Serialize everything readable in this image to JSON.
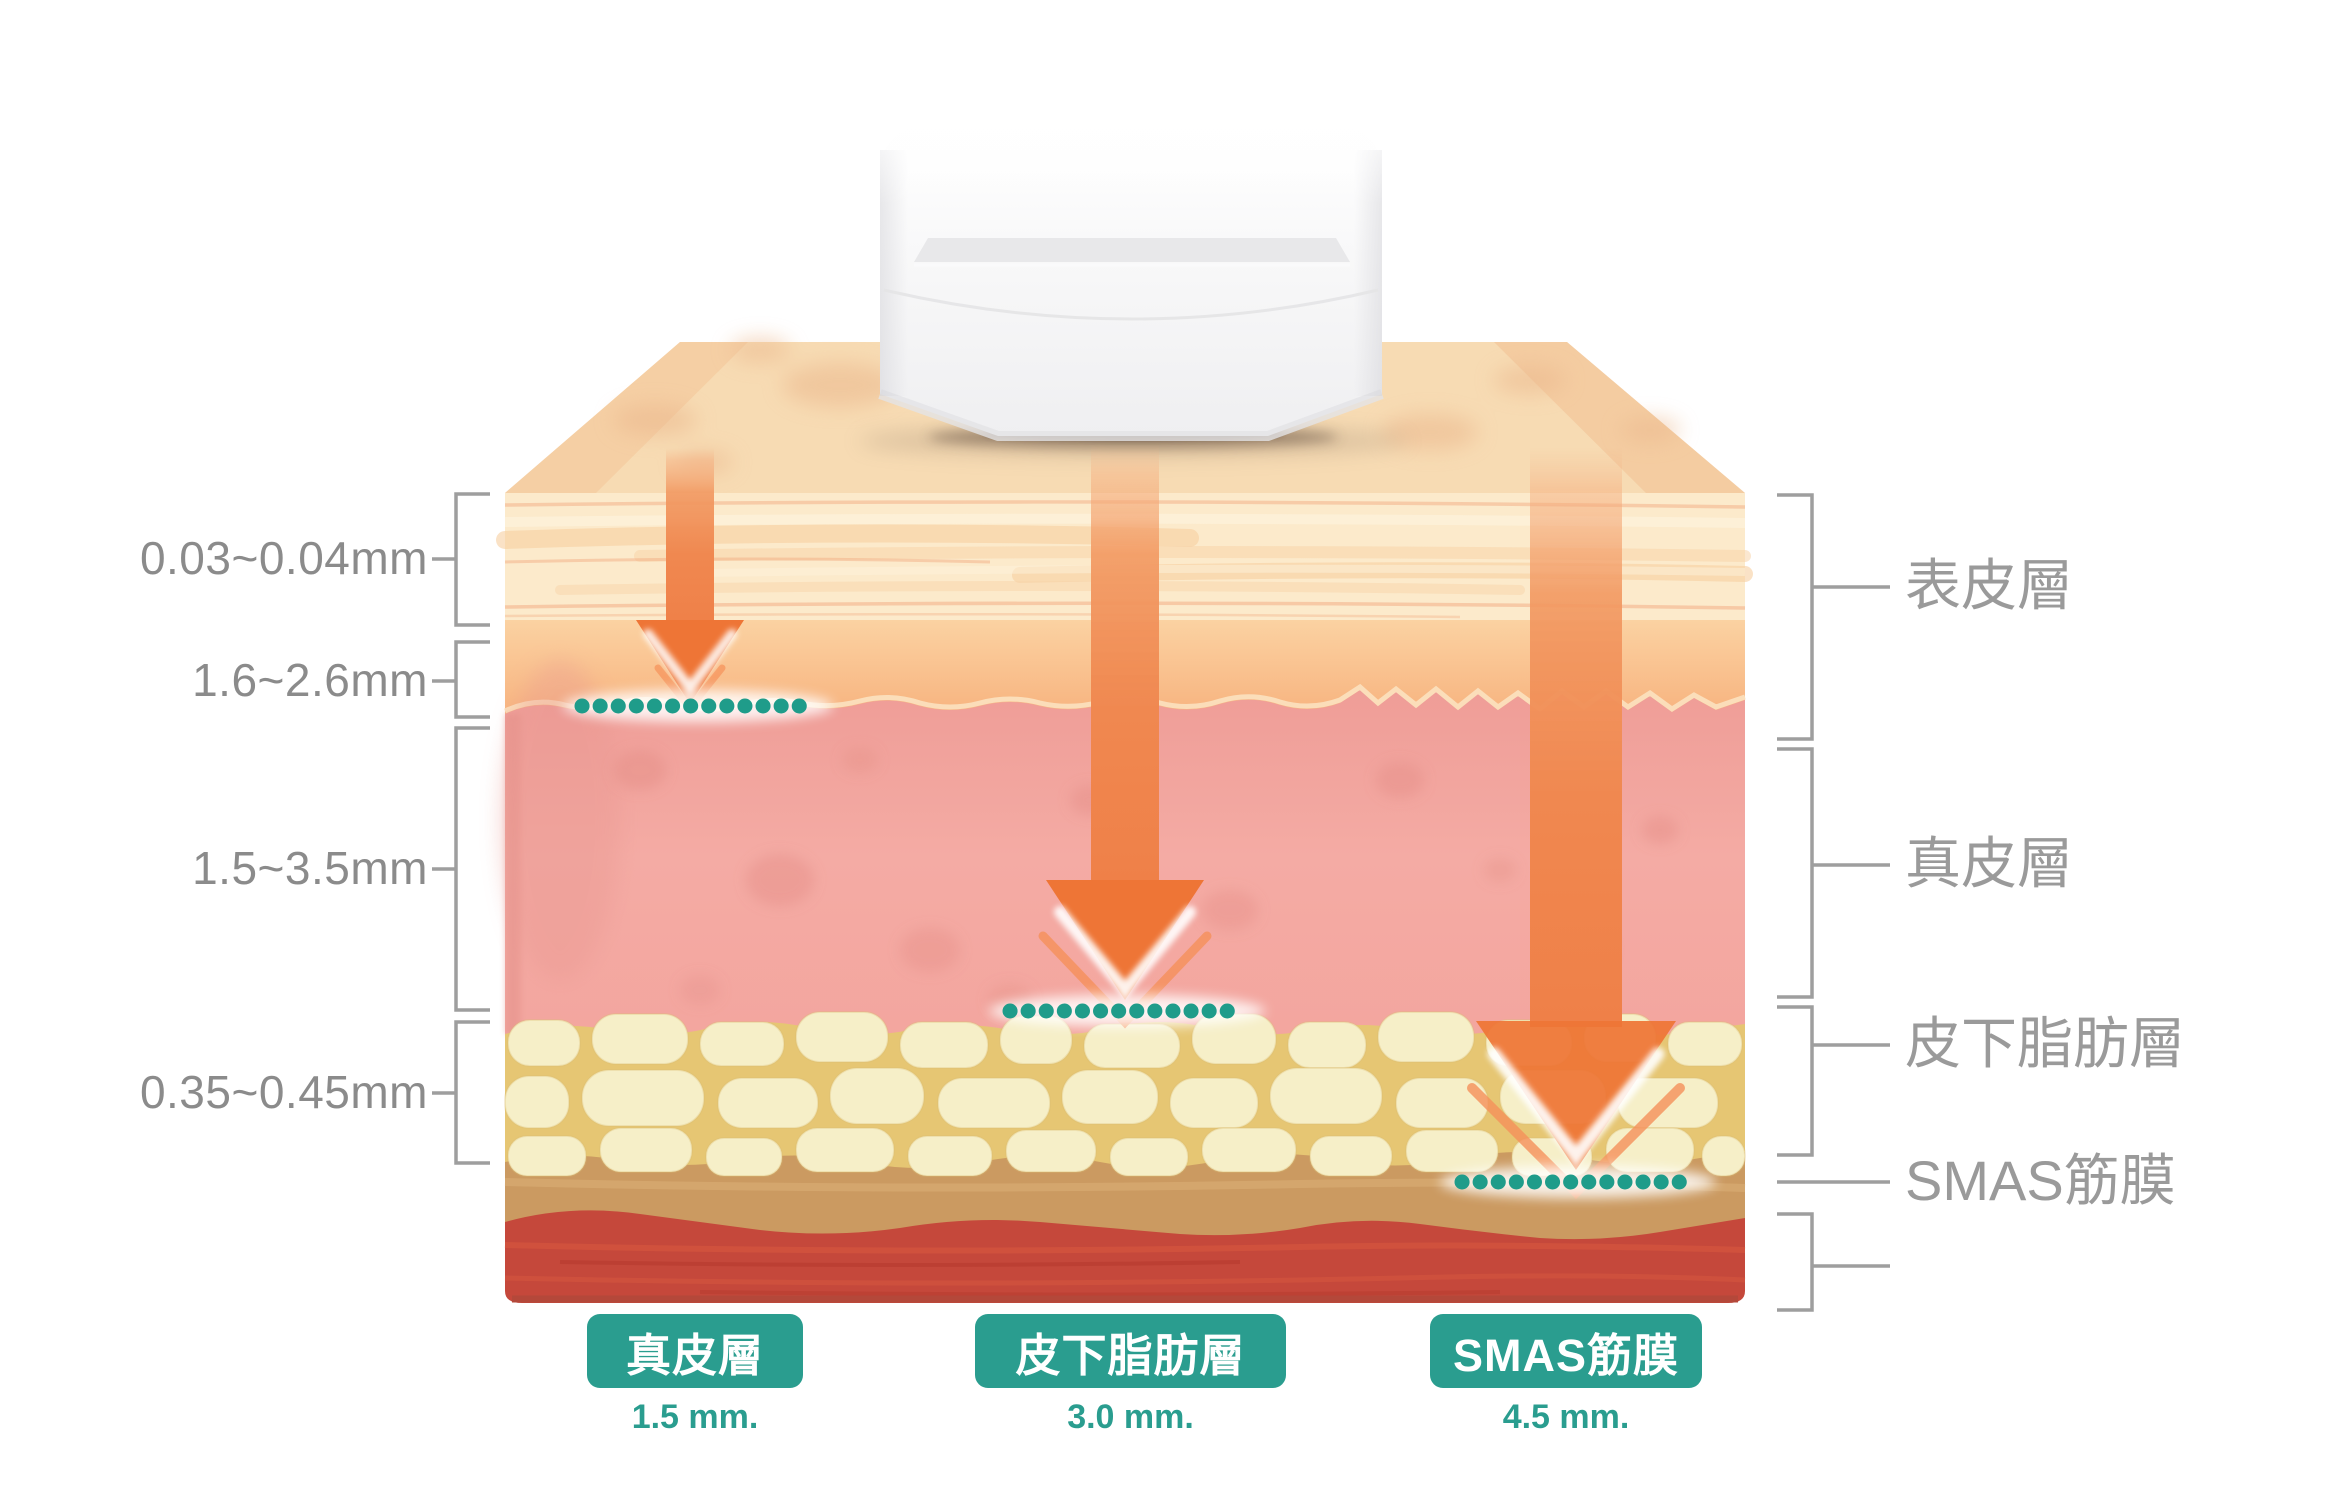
{
  "left_measurements": [
    {
      "label": "0.03~0.04mm"
    },
    {
      "label": "1.6~2.6mm"
    },
    {
      "label": "1.5~3.5mm"
    },
    {
      "label": "0.35~0.45mm"
    }
  ],
  "right_layer_labels": [
    {
      "label": "表皮層"
    },
    {
      "label": "真皮層"
    },
    {
      "label": "皮下脂肪層"
    },
    {
      "label": "SMAS筋膜"
    }
  ],
  "depth_markers": [
    {
      "layer": "真皮層",
      "depth": "1.5 mm."
    },
    {
      "layer": "皮下脂肪層",
      "depth": "3.0 mm."
    },
    {
      "layer": "SMAS筋膜",
      "depth": "4.5 mm."
    }
  ],
  "colors": {
    "accent_teal": "#2A9D8F",
    "focal_dot_teal": "#1F9C8A",
    "arrow_orange": "#EE7536",
    "label_gray": "#8B8B8B"
  }
}
